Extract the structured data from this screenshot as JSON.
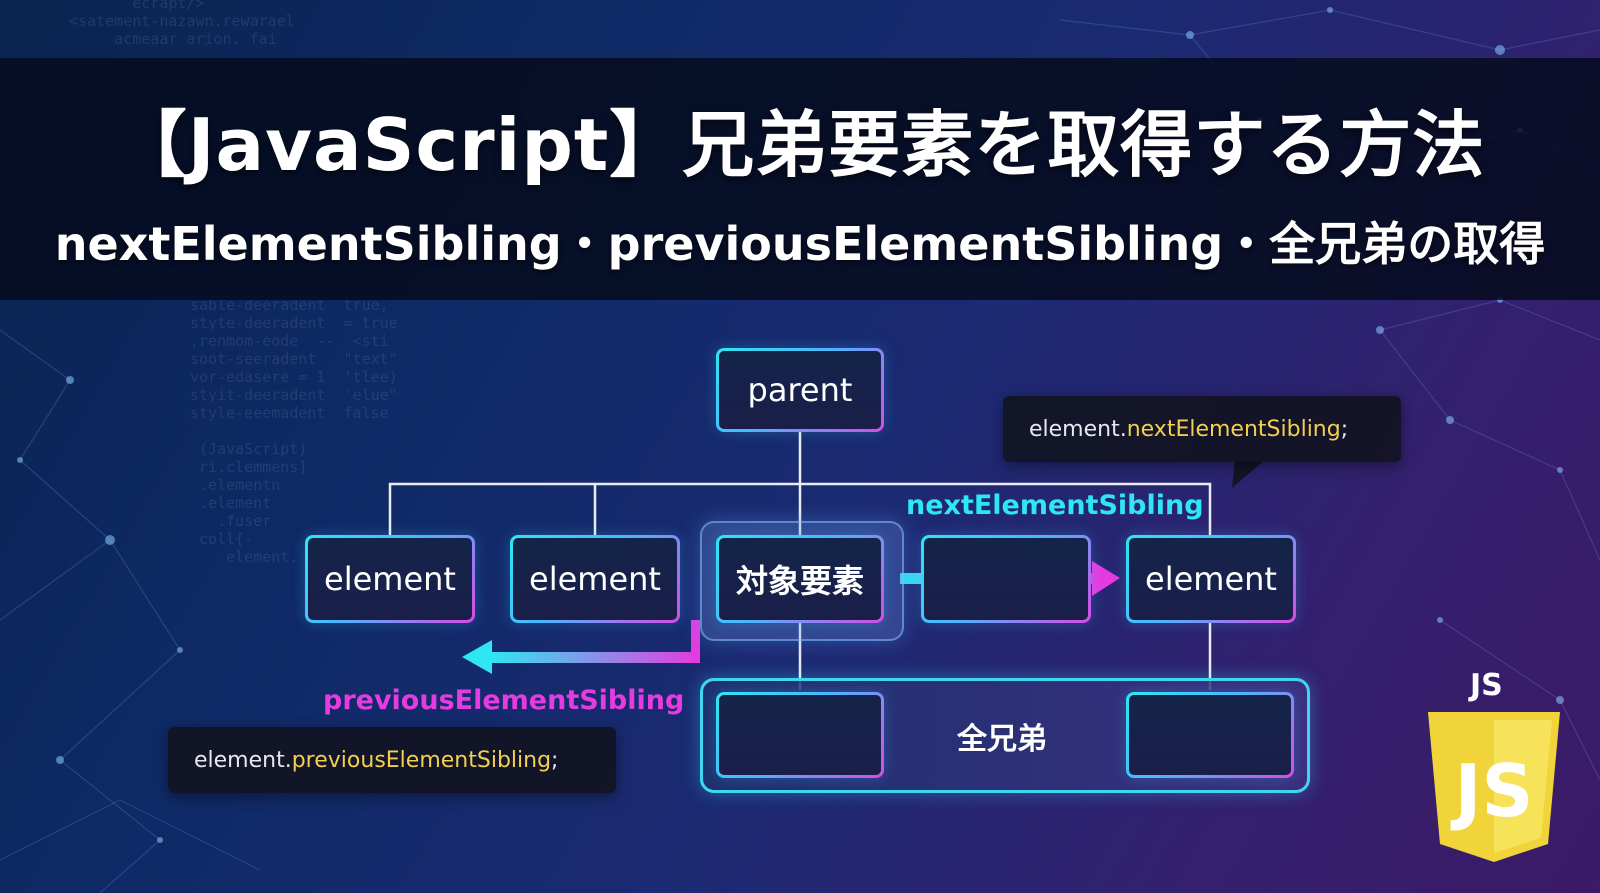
{
  "header": {
    "title": "【JavaScript】兄弟要素を取得する方法",
    "subtitle": "nextElementSibling・previousElementSibling・全兄弟の取得"
  },
  "diagram": {
    "parent_label": "parent",
    "sibling_label": "element",
    "target_label": "対象要素",
    "all_siblings_label": "全兄弟",
    "next_label": "nextElementSibling",
    "prev_label": "previousElementSibling",
    "next_code": {
      "object": "element.",
      "property": "nextElementSibling",
      "end": ";"
    },
    "prev_code": {
      "object": "element.",
      "property": "previousElementSibling",
      "end": ";"
    }
  },
  "badge": {
    "text": "JS",
    "shield_letters": "JS"
  },
  "colors": {
    "cyan": "#2fe6f3",
    "magenta": "#e53be0",
    "code_highlight": "#f2cf4c",
    "js_yellow": "#f0d43a"
  }
}
